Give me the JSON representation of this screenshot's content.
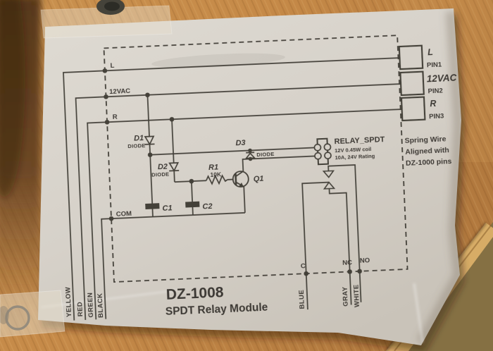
{
  "schematic": {
    "model": "DZ-1008",
    "type": "SPDT Relay Module",
    "pins": [
      {
        "label": "L",
        "pin": "PIN1",
        "wire_color": "YELLOW"
      },
      {
        "label": "12VAC",
        "pin": "PIN2",
        "wire_color": "RED"
      },
      {
        "label": "R",
        "pin": "PIN3",
        "wire_color": "GREEN"
      }
    ],
    "com": {
      "label": "COM",
      "wire_color": "BLACK"
    },
    "pin_note": [
      "Spring Wire",
      "Aligned with",
      "DZ-1000 pins"
    ],
    "terminals": [
      {
        "label": "C",
        "wire_color": "BLUE"
      },
      {
        "label": "NC",
        "wire_color": "GRAY"
      },
      {
        "label": "NO",
        "wire_color": "WHITE"
      }
    ],
    "components": {
      "d1": {
        "ref": "D1",
        "type": "DIODE"
      },
      "d2": {
        "ref": "D2",
        "type": "DIODE"
      },
      "d3": {
        "ref": "D3",
        "type": "DIODE"
      },
      "r1": {
        "ref": "R1",
        "value": "10K"
      },
      "q1": {
        "ref": "Q1"
      },
      "c1": {
        "ref": "C1"
      },
      "c2": {
        "ref": "C2"
      },
      "relay": {
        "ref": "RELAY_SPDT",
        "coil_spec": "12V 0.45W coil",
        "contact_rating": "10A, 24V Rating"
      }
    }
  },
  "colors": {
    "paper": "#d6d1c9",
    "ink": "#2e2b26",
    "wood": "#c68a48",
    "floor": "#857043"
  }
}
